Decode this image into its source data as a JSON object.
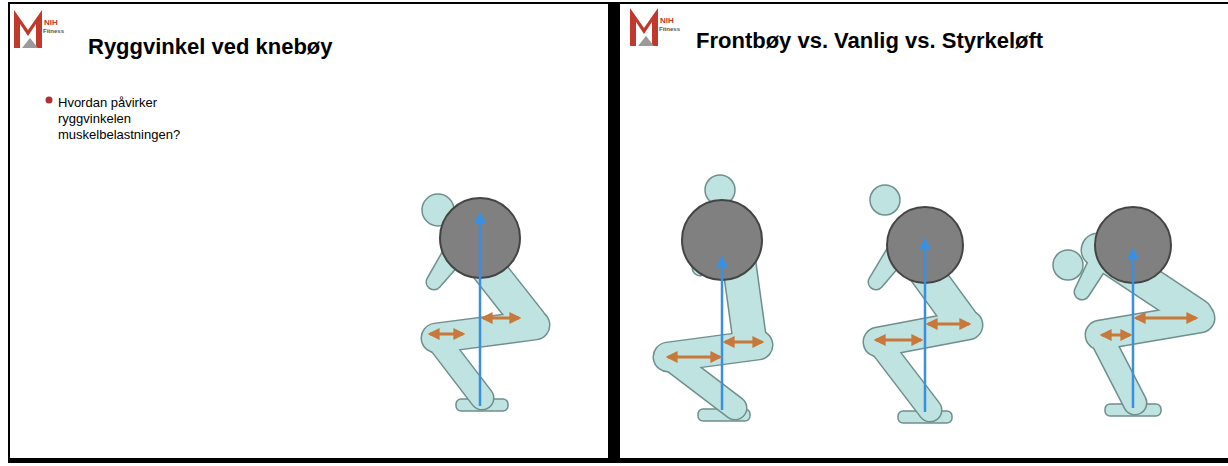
{
  "diagram": {
    "nodes": [
      {
        "text": [
          "Ryggvinkel ved knebøy",
          "Hvordan påvirker ryggvinkelen muskelbelastningen?"
        ]
      },
      {
        "text": [
          "Frontbøy vs. Vanlig vs. Styrkeløft"
        ]
      }
    ],
    "labels": [
      "NIH",
      "Fitness",
      "NIH",
      "Fitness"
    ]
  }
}
